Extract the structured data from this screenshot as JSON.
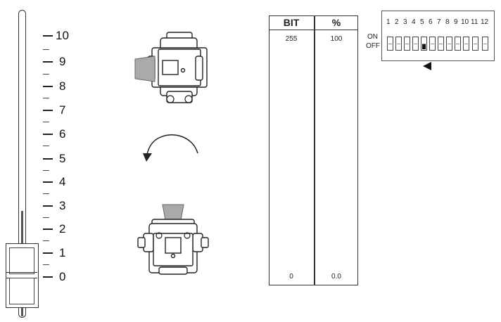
{
  "fader": {
    "scale_labels": [
      "10",
      "9",
      "8",
      "7",
      "6",
      "5",
      "4",
      "3",
      "2",
      "1",
      "0"
    ]
  },
  "table": {
    "col_bit": "BIT",
    "col_percent": "%",
    "bit_max": "255",
    "percent_max": "100",
    "bit_min": "0",
    "percent_min": "0.0"
  },
  "dip_switch": {
    "numbers": [
      "1",
      "2",
      "3",
      "4",
      "5",
      "6",
      "7",
      "8",
      "9",
      "10",
      "11",
      "12"
    ],
    "on_label": "ON",
    "off_label": "OFF",
    "active_switch": "5"
  }
}
